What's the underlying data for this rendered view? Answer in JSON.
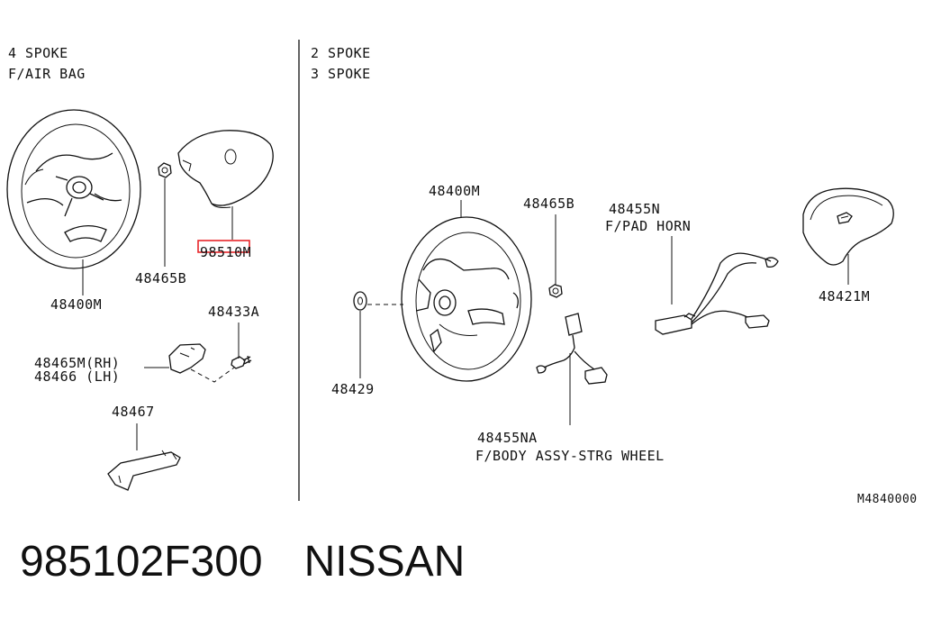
{
  "sections": {
    "left": {
      "title_line1": "4 SPOKE",
      "title_line2": "F/AIR BAG"
    },
    "right": {
      "title_line1": "2 SPOKE",
      "title_line2": "3 SPOKE"
    }
  },
  "callouts": {
    "left_wheel": "48400M",
    "left_nut": "48465B",
    "left_airbag": "98510M",
    "bolt": "48433A",
    "bracket_rh": "48465M(RH)",
    "bracket_lh": "48466  (LH)",
    "plate": "48467",
    "right_wheel": "48400M",
    "right_nut": "48465B",
    "washer": "48429",
    "pad_horn_code": "48455N",
    "pad_horn_desc": "F/PAD HORN",
    "horn_pad": "48421M",
    "body_assy_code": "48455NA",
    "body_assy_desc": "F/BODY ASSY-STRG WHEEL"
  },
  "highlight": {
    "target": "98510M",
    "color": "#e8262a"
  },
  "diagram_id": "M4840000",
  "footer": {
    "part_number": "985102F300",
    "brand": "NISSAN"
  }
}
